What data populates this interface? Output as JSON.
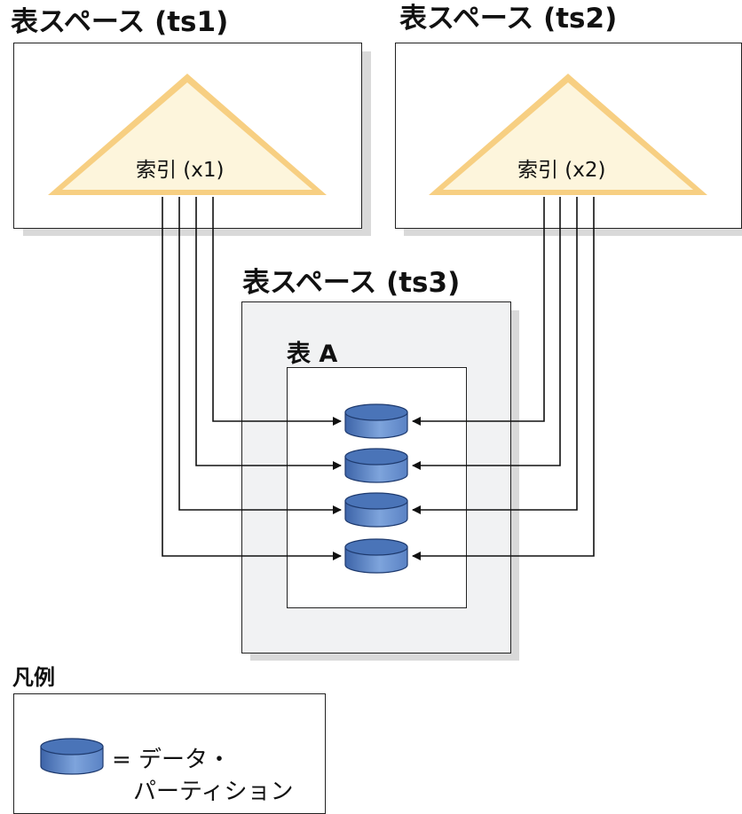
{
  "tablespace1": {
    "title": "表スペース (ts1)",
    "index_label": "索引 (x1)"
  },
  "tablespace2": {
    "title": "表スペース (ts2)",
    "index_label": "索引 (x2)"
  },
  "tablespace3": {
    "title": "表スペース (ts3)",
    "table_title": "表 A"
  },
  "legend": {
    "title": "凡例",
    "item_line1": "= データ・",
    "item_line2": "パーティション"
  },
  "colors": {
    "triangle_fill": "#fdf5dc",
    "triangle_border": "#f0b445",
    "cylinder_top": "#4a74b8",
    "cylinder_body": "#6f97d3",
    "ts3_fill": "#f1f2f3"
  }
}
